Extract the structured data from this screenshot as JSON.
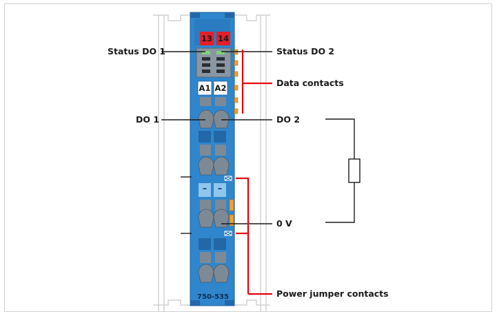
{
  "module": {
    "model_number": "750-535",
    "channel_badges": [
      "13",
      "14"
    ],
    "channel_labels": [
      "A1",
      "A2"
    ],
    "minus_marks": [
      "–",
      "–"
    ]
  },
  "labels": {
    "status_do1": "Status DO 1",
    "status_do2": "Status DO 2",
    "data_contacts": "Data contacts",
    "do1": "DO 1",
    "do2": "DO 2",
    "zero_v": "0 V",
    "power_jumper_contacts": "Power jumper contacts"
  },
  "colors": {
    "module_blue": "#2f86cc",
    "module_dark_blue": "#2268a8",
    "badge_red": "#e51e2a",
    "callout_red": "#e3000f",
    "contact_orange": "#f0a030",
    "slot_grey": "#7d8a96",
    "rail_grey": "#c8c8c8",
    "led_green": "#7fd37f"
  }
}
